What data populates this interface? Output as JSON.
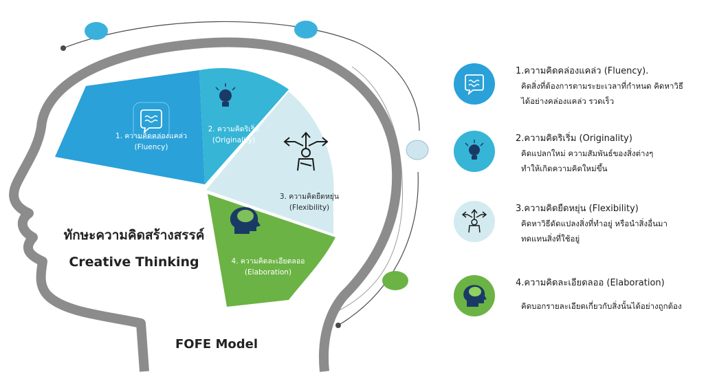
{
  "diagram": {
    "title_thai": "ทักษะความคิดสร้างสรรค์",
    "title_en": "Creative Thinking",
    "model_name": "FOFE Model",
    "colors": {
      "head_outline": "#8c8c8c",
      "fluency": "#2aa1d8",
      "originality": "#36b5d6",
      "flexibility": "#d3ebf0",
      "elaboration": "#6bb344",
      "orbit_blue": "#3ab1dc",
      "orbit_light": "#cfe6ee",
      "orbit_green": "#6bb344"
    },
    "segments": [
      {
        "key": "fluency",
        "title": "1. ความคิดคล่องแคล่ว",
        "subtitle": "(Fluency)",
        "icon": "chat-waves-icon"
      },
      {
        "key": "originality",
        "title": "2. ความคิดริเริ่ม",
        "subtitle": "(Originality)",
        "icon": "lightbulb-icon"
      },
      {
        "key": "flexibility",
        "title": "3. ความคิดยืดหยุ่น",
        "subtitle": "(Flexibility)",
        "icon": "person-arrows-icon"
      },
      {
        "key": "elaboration",
        "title": "4. ความคิดละเอียดลออ",
        "subtitle": "(Elaboration)",
        "icon": "head-brain-icon"
      }
    ]
  },
  "legend": [
    {
      "title": "1.ความคิดคล่องแคล่ว (Fluency).",
      "desc": [
        "คิดสิ่งที่ต้องการตามระยะเวลาที่กำหนด  คิดหาวิธี",
        "ได้อย่างคล่องแคล่ว  รวดเร็ว"
      ],
      "icon": "chat-waves-icon"
    },
    {
      "title": "2.ความคิดริเริ่ม (Originality)",
      "desc": [
        "คิดแปลกใหม่  ความสัมพันธ์ของสิ่งต่างๆ",
        "ทำให้เกิดความคิดใหม่ขึ้น"
      ],
      "icon": "lightbulb-icon"
    },
    {
      "title": "3.ความคิดยืดหยุ่น (Flexibility)",
      "desc": [
        "คิดหาวิธีดัดแปลงสิ่งที่ทำอยู่  หรือนำสิ่งอื่นมา",
        "ทดแทนสิ่งที่ใช้อยู่"
      ],
      "icon": "person-arrows-icon"
    },
    {
      "title": "4.ความคิดละเอียดลออ (Elaboration)",
      "desc": [
        "คิดบอกรายละเอียดเกี่ยวกับสิ่งนั้นได้อย่างถูกต้อง"
      ],
      "icon": "head-brain-icon"
    }
  ]
}
